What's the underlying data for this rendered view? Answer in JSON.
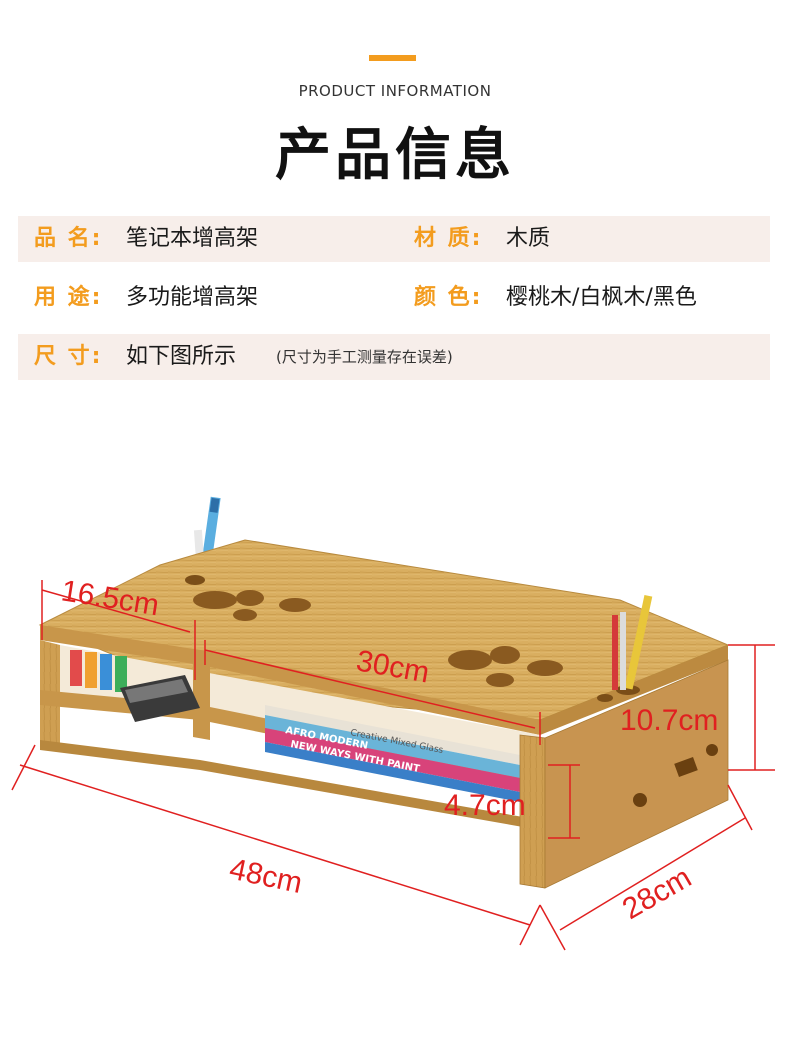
{
  "header": {
    "eyebrow": "PRODUCT INFORMATION",
    "title": "产品信息"
  },
  "specs": {
    "name_label": "品 名:",
    "name_value": "笔记本增高架",
    "material_label": "材 质:",
    "material_value": "木质",
    "use_label": "用 途:",
    "use_value": "多功能增高架",
    "color_label": "颜 色:",
    "color_value": "樱桃木/白枫木/黑色",
    "size_label": "尺 寸:",
    "size_value": "如下图所示",
    "size_note": "(尺寸为手工测量存在误差)"
  },
  "dimensions": {
    "shelf_depth": "16.5cm",
    "width_inner": "30cm",
    "height": "10.7cm",
    "gap": "4.7cm",
    "length": "48cm",
    "depth": "28cm"
  },
  "books": {
    "book1": "Creative Mixed Glass",
    "book2": "AFRO MODERN",
    "book3": "NEW WAYS WITH PAINT"
  },
  "colors": {
    "accent": "#f39c1e",
    "dimension": "#e02020",
    "wood": "#d8ad5e",
    "row_shade": "#f7eeea"
  }
}
